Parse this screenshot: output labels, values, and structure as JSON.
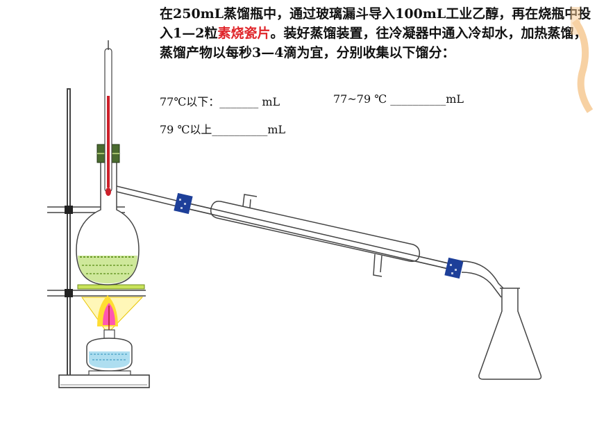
{
  "text": {
    "p_before": "在250mL蒸馏瓶中，通过玻璃漏斗导入100mL工业乙醇，再在烧瓶中投入1—2粒",
    "p_highlight": "素烧瓷片",
    "p_after": "。装好蒸馏装置，往冷凝器中通入冷却水，加热蒸馏，蒸馏产物以每秒3—4滴为宜，分别收集以下馏分：",
    "fraction1": "77℃以下：_______ mL",
    "fraction2": "77~79 ℃ __________mL",
    "fraction3": "79 ℃以上__________mL"
  },
  "colors": {
    "highlight": "#e0262b",
    "thermometer_liquid": "#cc1f2a",
    "stopper": "#4a6b2f",
    "ethanol": "#8fb84a",
    "flame_outer": "#ffdd33",
    "flame_inner": "#ff3fc8",
    "lamp_liquid": "#66c7e8",
    "connector": "#1d3f99",
    "watermark": "#f6c993"
  },
  "icons": [
    "distillation-flask",
    "thermometer",
    "condenser",
    "erlenmeyer-flask",
    "alcohol-lamp",
    "iron-stand"
  ]
}
